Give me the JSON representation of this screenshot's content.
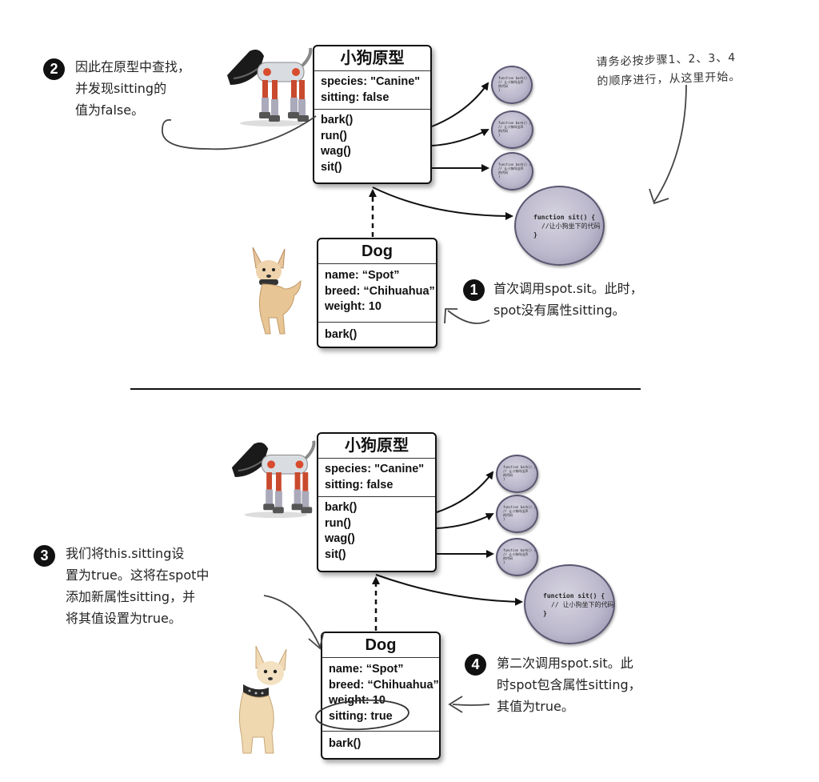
{
  "top": {
    "prototype": {
      "title": "小狗原型",
      "properties": [
        "species: \"Canine\"",
        "sitting: false"
      ],
      "methods": [
        "bark()",
        "run()",
        "wag()",
        "sit()"
      ]
    },
    "dog": {
      "title": "Dog",
      "properties": [
        "name: “Spot”",
        "breed: “Chihuahua”",
        "weight: 10"
      ],
      "methods": [
        "bark()"
      ]
    },
    "note1": {
      "num": "1",
      "line1": "首次调用spot.sit。此时，",
      "line2": "spot没有属性sitting。"
    },
    "note2": {
      "num": "2",
      "line1": "因此在原型中查找，",
      "line2": "并发现sitting的",
      "line3": "值为false。"
    },
    "handnote": {
      "line1": "请务必按步骤1、2、3、4",
      "line2": "的顺序进行，从这里开始。"
    },
    "functions": {
      "small_line1": "function bark() {",
      "small_line2": "// 让小狗叫出声",
      "small_line3": "的代码",
      "small_line4": "}",
      "sit_line1": "function sit() {",
      "sit_line2": "//让小狗坐下的代码",
      "sit_line3": "}"
    }
  },
  "bottom": {
    "prototype": {
      "title": "小狗原型",
      "properties": [
        "species: \"Canine\"",
        "sitting: false"
      ],
      "methods": [
        "bark()",
        "run()",
        "wag()",
        "sit()"
      ]
    },
    "dog": {
      "title": "Dog",
      "properties": [
        "name: “Spot”",
        "breed: “Chihuahua”",
        "weight: 10",
        "sitting: true"
      ],
      "methods": [
        "bark()"
      ]
    },
    "note3": {
      "num": "3",
      "line1": "我们将this.sitting设",
      "line2": "置为true。这将在spot中",
      "line3": "添加新属性sitting，并",
      "line4": "将其值设置为true。"
    },
    "note4": {
      "num": "4",
      "line1": "第二次调用spot.sit。此",
      "line2": "时spot包含属性sitting，",
      "line3": "其值为true。"
    },
    "functions": {
      "sit_line1": "function sit() {",
      "sit_line2": "// 让小狗坐下的代码",
      "sit_line3": "}"
    }
  },
  "colors": {
    "ink": "#111111",
    "circle": "#bdb9cd",
    "circle_border": "#5a5670"
  }
}
